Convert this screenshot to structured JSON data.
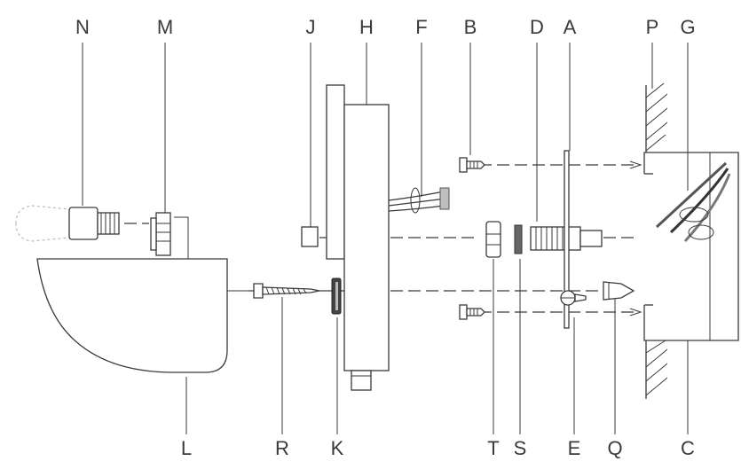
{
  "labels": {
    "N": "N",
    "M": "M",
    "J": "J",
    "H": "H",
    "F": "F",
    "B": "B",
    "D": "D",
    "A": "A",
    "P": "P",
    "G": "G",
    "L": "L",
    "R": "R",
    "K": "K",
    "T": "T",
    "S": "S",
    "E": "E",
    "Q": "Q",
    "C": "C"
  }
}
